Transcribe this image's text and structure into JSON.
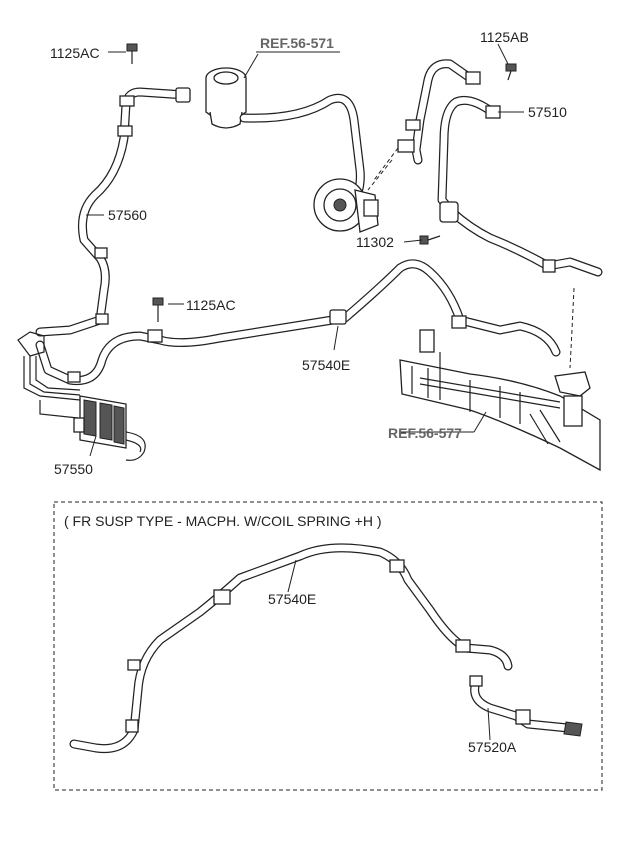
{
  "references": {
    "ref_pump": "REF.56-571",
    "ref_gear": "REF.56-577"
  },
  "part_numbers": {
    "bolt_top_left": "1125AC",
    "bolt_top_right": "1125AB",
    "return_hose_upper": "57510",
    "return_tube": "57560",
    "bolt_middle": "1125AC",
    "bolt_clip": "11302",
    "pressure_tube_main": "57540E",
    "cooler": "57550",
    "pressure_tube_variant": "57540E",
    "hose_variant": "57520A"
  },
  "variant_box": {
    "caption": "( FR SUSP TYPE - MACPH. W/COIL SPRING +H )"
  }
}
